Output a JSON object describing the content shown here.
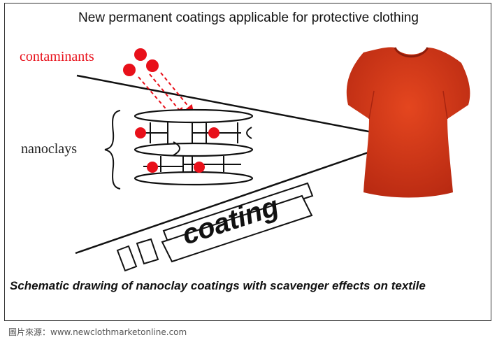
{
  "title": "New permanent coatings applicable for protective clothing",
  "labels": {
    "contaminants": "contaminants",
    "nanoclays": "nanoclays",
    "coating": "coating"
  },
  "caption": "Schematic drawing of nanoclay coatings with scavenger effects on textile",
  "credit": {
    "prefix": "圖片來源：",
    "source": "www.newclothmarketonline.com"
  },
  "colors": {
    "contaminant": "#e8101a",
    "tshirt": "#d83a1a",
    "line": "#111111"
  }
}
